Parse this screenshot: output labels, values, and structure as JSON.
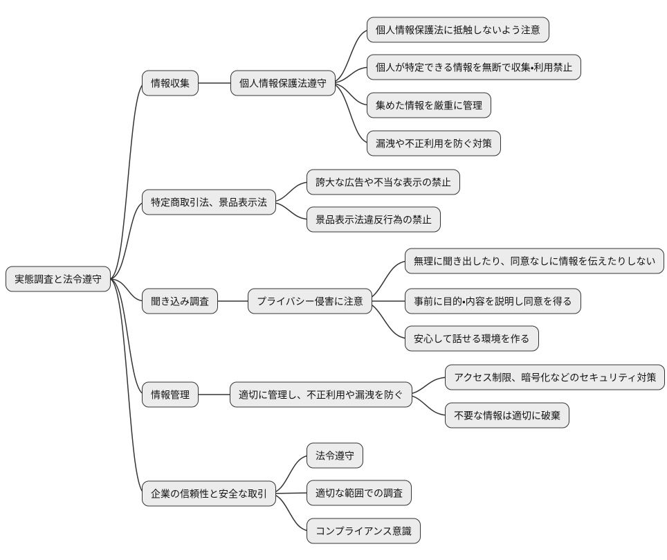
{
  "mindmap": {
    "root": {
      "label": "実態調査と法令遵守"
    },
    "branches": [
      {
        "label": "情報収集",
        "children": [
          {
            "label": "個人情報保護法遵守",
            "children": [
              {
                "label": "個人情報保護法に抵触しないよう注意"
              },
              {
                "label": "個人が特定できる情報を無断で収集・利用禁止"
              },
              {
                "label": "集めた情報を厳重に管理"
              },
              {
                "label": "漏洩や不正利用を防ぐ対策"
              }
            ]
          }
        ]
      },
      {
        "label": "特定商取引法、景品表示法",
        "children": [
          {
            "label": "誇大な広告や不当な表示の禁止"
          },
          {
            "label": "景品表示法違反行為の禁止"
          }
        ]
      },
      {
        "label": "聞き込み調査",
        "children": [
          {
            "label": "プライバシー侵害に注意",
            "children": [
              {
                "label": "無理に聞き出したり、同意なしに情報を伝えたりしない"
              },
              {
                "label": "事前に目的・内容を説明し同意を得る"
              },
              {
                "label": "安心して話せる環境を作る"
              }
            ]
          }
        ]
      },
      {
        "label": "情報管理",
        "children": [
          {
            "label": "適切に管理し、不正利用や漏洩を防ぐ",
            "children": [
              {
                "label": "アクセス制限、暗号化などのセキュリティ対策"
              },
              {
                "label": "不要な情報は適切に破棄"
              }
            ]
          }
        ]
      },
      {
        "label": "企業の信頼性と安全な取引",
        "children": [
          {
            "label": "法令遵守"
          },
          {
            "label": "適切な範囲での調査"
          },
          {
            "label": "コンプライアンス意識"
          }
        ]
      }
    ],
    "colors": {
      "node_fill": "#ececec",
      "node_border": "#333333",
      "edge": "#333333",
      "text": "#111111",
      "background": "#ffffff"
    }
  }
}
